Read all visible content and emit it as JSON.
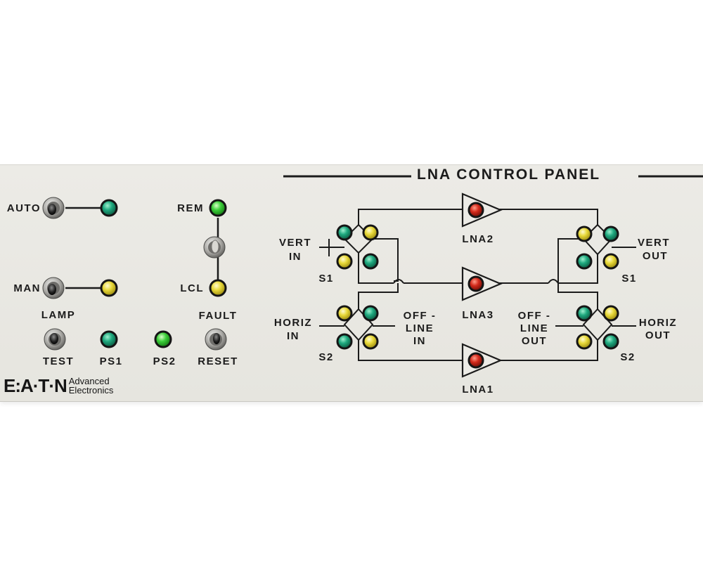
{
  "panel": {
    "title": "LNA CONTROL PANEL",
    "colors": {
      "led_green": "#1fa97f",
      "led_bright_green": "#3ccf3a",
      "led_yellow": "#e8d93a",
      "led_red": "#d42a1c",
      "panel": "#e9e8e2"
    }
  },
  "left_controls": {
    "auto_label": "AUTO",
    "man_label": "MAN",
    "lamp_label": "LAMP",
    "test_label": "TEST",
    "ps1_label": "PS1",
    "ps2_label": "PS2",
    "rem_label": "REM",
    "lcl_label": "LCL",
    "fault_label": "FAULT",
    "reset_label": "RESET"
  },
  "switch_matrix": {
    "vert_in_1": "VERT",
    "vert_in_2": "IN",
    "horiz_in_1": "HORIZ",
    "horiz_in_2": "IN",
    "vert_out_1": "VERT",
    "vert_out_2": "OUT",
    "horiz_out_1": "HORIZ",
    "horiz_out_2": "OUT",
    "s1_left": "S1",
    "s2_left": "S2",
    "s1_right": "S1",
    "s2_right": "S2",
    "offline_in_1": "OFF -",
    "offline_in_2": "LINE",
    "offline_in_3": "IN",
    "offline_out_1": "OFF -",
    "offline_out_2": "LINE",
    "offline_out_3": "OUT",
    "lna1": "LNA1",
    "lna2": "LNA2",
    "lna3": "LNA3"
  },
  "brand": {
    "logo": "E:A·T·N",
    "logo_line1": "Advanced",
    "logo_line2": "Electronics"
  }
}
